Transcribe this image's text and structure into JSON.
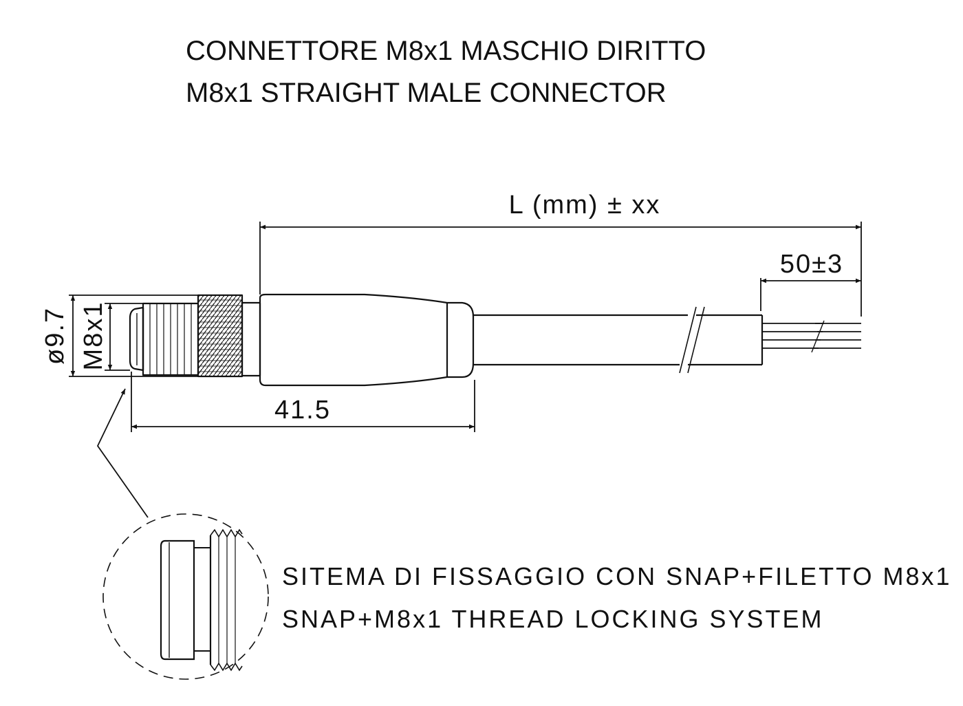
{
  "title_it": "CONNETTORE M8x1 MASCHIO DIRITTO",
  "title_en": "M8x1 STRAIGHT MALE CONNECTOR",
  "dimensions": {
    "length_label": "L (mm) ± xx",
    "strip_label": "50±3",
    "diameter_label": "ø9.7",
    "thread_label": "M8x1",
    "connector_length_label": "41.5"
  },
  "detail": {
    "note_it": "SITEMA DI FISSAGGIO CON SNAP+FILETTO M8x1",
    "note_en": "SNAP+M8x1  THREAD  LOCKING  SYSTEM"
  }
}
